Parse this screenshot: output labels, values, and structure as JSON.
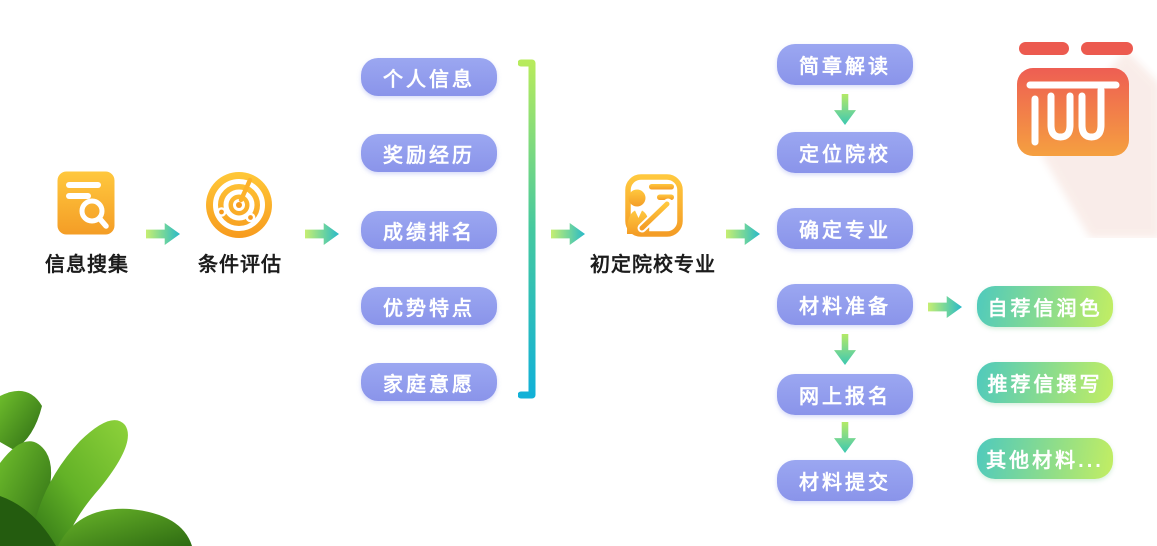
{
  "diagram": {
    "stage_collect": "信息搜集",
    "stage_evaluate": "条件评估",
    "stage_initial": "初定院校专业",
    "factors": [
      "个人信息",
      "奖励经历",
      "成绩排名",
      "优势特点",
      "家庭意愿"
    ],
    "steps": [
      "简章解读",
      "定位院校",
      "确定专业",
      "材料准备",
      "网上报名",
      "材料提交"
    ],
    "materials": [
      "自荐信润色",
      "推荐信撰写",
      "其他材料..."
    ]
  },
  "icons": {
    "collect": "document-search-icon",
    "evaluate": "radar-target-icon",
    "initial": "person-document-icon",
    "logo": "brand-logo",
    "leaf": "leaf-decoration"
  },
  "colors": {
    "pill_purple": "#8f9aec",
    "pill_green_start": "#4fcabd",
    "pill_green_end": "#c3ee62",
    "arrow_green": "#c6ee72",
    "arrow_teal": "#28b9c9",
    "icon_orange_light": "#ffc83e",
    "icon_orange_dark": "#f49d26",
    "logo_red": "#ee5e53",
    "logo_orange": "#f5a040",
    "label_text": "#1c1c1c"
  }
}
